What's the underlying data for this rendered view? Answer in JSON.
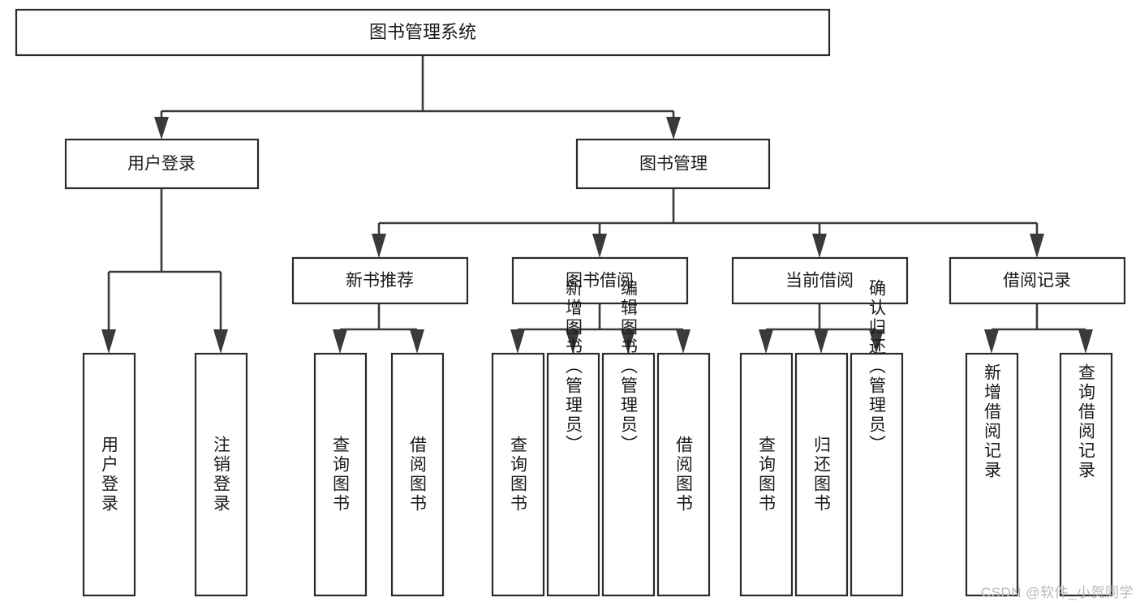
{
  "diagram": {
    "title": "图书管理系统",
    "type": "tree",
    "orientation": "top-down"
  },
  "watermark": {
    "text": "CSDN @软件_小贺同学"
  },
  "colors": {
    "box_stroke": "#2b2b2b",
    "box_fill": "#ffffff",
    "connector": "#3a3a3a",
    "text": "#1a1a1a",
    "watermark": "#b9b9b9",
    "background": "#ffffff"
  },
  "nodes": {
    "root": {
      "label": "图书管理系统"
    },
    "level2": [
      {
        "id": "user-login",
        "label": "用户登录"
      },
      {
        "id": "book-manage",
        "label": "图书管理"
      }
    ],
    "level3": [
      {
        "id": "new-book-rec",
        "label": "新书推荐"
      },
      {
        "id": "book-borrow",
        "label": "图书借阅"
      },
      {
        "id": "current-borrow",
        "label": "当前借阅"
      },
      {
        "id": "borrow-record",
        "label": "借阅记录"
      }
    ],
    "leaves": {
      "user_login": [
        {
          "id": "leaf-user-login",
          "label": "用户登录"
        },
        {
          "id": "leaf-logout",
          "label": "注销登录"
        }
      ],
      "new_book_rec": [
        {
          "id": "leaf-query-book-1",
          "label": "查询图书"
        },
        {
          "id": "leaf-borrow-book-1",
          "label": "借阅图书"
        }
      ],
      "book_borrow": [
        {
          "id": "leaf-query-book-2",
          "label": "查询图书"
        },
        {
          "id": "leaf-add-book",
          "label": "新增图书（管理员）"
        },
        {
          "id": "leaf-edit-book",
          "label": "编辑图书（管理员）"
        },
        {
          "id": "leaf-borrow-book-2",
          "label": "借阅图书"
        }
      ],
      "current_borrow": [
        {
          "id": "leaf-query-book-3",
          "label": "查询图书"
        },
        {
          "id": "leaf-return-book",
          "label": "归还图书"
        },
        {
          "id": "leaf-confirm-return",
          "label": "确认归还（管理员）"
        }
      ],
      "borrow_record": [
        {
          "id": "leaf-add-record",
          "label": "新增借阅记录"
        },
        {
          "id": "leaf-query-record",
          "label": "查询借阅记录"
        }
      ]
    }
  }
}
